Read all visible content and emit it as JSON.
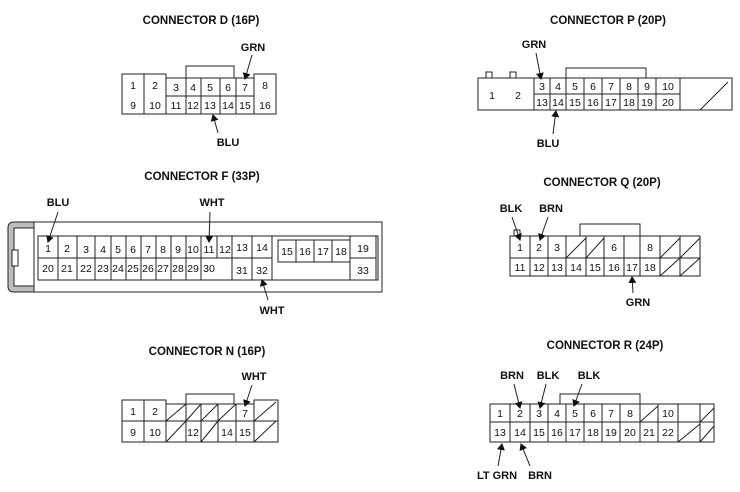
{
  "connectors": {
    "d": {
      "title": "CONNECTOR D (16P)",
      "row1": [
        "1",
        "2",
        "3",
        "4",
        "5",
        "6",
        "7",
        "8"
      ],
      "row2": [
        "9",
        "10",
        "11",
        "12",
        "13",
        "14",
        "15",
        "16"
      ],
      "wires": [
        {
          "label": "GRN"
        },
        {
          "label": "BLU"
        }
      ]
    },
    "p": {
      "title": "CONNECTOR P (20P)",
      "row1": [
        "1",
        "2",
        "3",
        "4",
        "5",
        "6",
        "7",
        "8",
        "9",
        "10"
      ],
      "row2": [
        "13",
        "14",
        "15",
        "16",
        "17",
        "18",
        "19",
        "20"
      ],
      "wires": [
        {
          "label": "GRN"
        },
        {
          "label": "BLU"
        }
      ]
    },
    "f": {
      "title": "CONNECTOR F (33P)",
      "row1": [
        "1",
        "2",
        "3",
        "4",
        "5",
        "6",
        "7",
        "8",
        "9",
        "10",
        "11",
        "12",
        "13",
        "14",
        "15",
        "16",
        "17",
        "18",
        "19"
      ],
      "row2": [
        "20",
        "21",
        "22",
        "23",
        "24",
        "25",
        "26",
        "27",
        "28",
        "29",
        "30",
        "31",
        "32",
        "33"
      ],
      "wires": [
        {
          "label": "BLU"
        },
        {
          "label": "WHT"
        },
        {
          "label": "WHT"
        }
      ]
    },
    "q": {
      "title": "CONNECTOR Q (20P)",
      "row1": [
        "1",
        "2",
        "3",
        "6",
        "8"
      ],
      "row2": [
        "11",
        "12",
        "13",
        "14",
        "15",
        "16",
        "17",
        "18"
      ],
      "wires": [
        {
          "label": "BLK"
        },
        {
          "label": "BRN"
        },
        {
          "label": "GRN"
        }
      ]
    },
    "n": {
      "title": "CONNECTOR N (16P)",
      "row1": [
        "1",
        "2",
        "7"
      ],
      "row2": [
        "9",
        "10",
        "12",
        "14",
        "15"
      ],
      "wires": [
        {
          "label": "WHT"
        }
      ]
    },
    "r": {
      "title": "CONNECTOR R (24P)",
      "row1": [
        "1",
        "2",
        "3",
        "4",
        "5",
        "6",
        "7",
        "8",
        "10"
      ],
      "row2": [
        "13",
        "14",
        "15",
        "16",
        "17",
        "18",
        "19",
        "20",
        "21",
        "22"
      ],
      "wires": [
        {
          "label": "BRN"
        },
        {
          "label": "BLK"
        },
        {
          "label": "BLK"
        },
        {
          "label": "LT GRN"
        },
        {
          "label": "BRN"
        }
      ]
    }
  }
}
